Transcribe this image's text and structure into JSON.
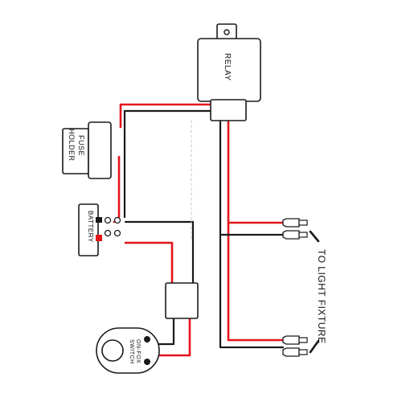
{
  "labels": {
    "relay": "RELAY",
    "fuse_holder_line1": "FUSE",
    "fuse_holder_line2": "HOLDER",
    "battery": "BATTERY",
    "to_light_fixture": "TO LIGHT FIXTURE",
    "switch_line1": "ON-FOX",
    "switch_line2": "SWITCH"
  },
  "colors": {
    "positive_wire": "#e4141b",
    "ground_wire": "#1a1a1a",
    "outline": "#1a1a1a",
    "background": "#ffffff"
  },
  "components": [
    "relay",
    "fuse-holder",
    "battery",
    "connector-block",
    "rocker-switch",
    "light-fixture-connectors"
  ]
}
